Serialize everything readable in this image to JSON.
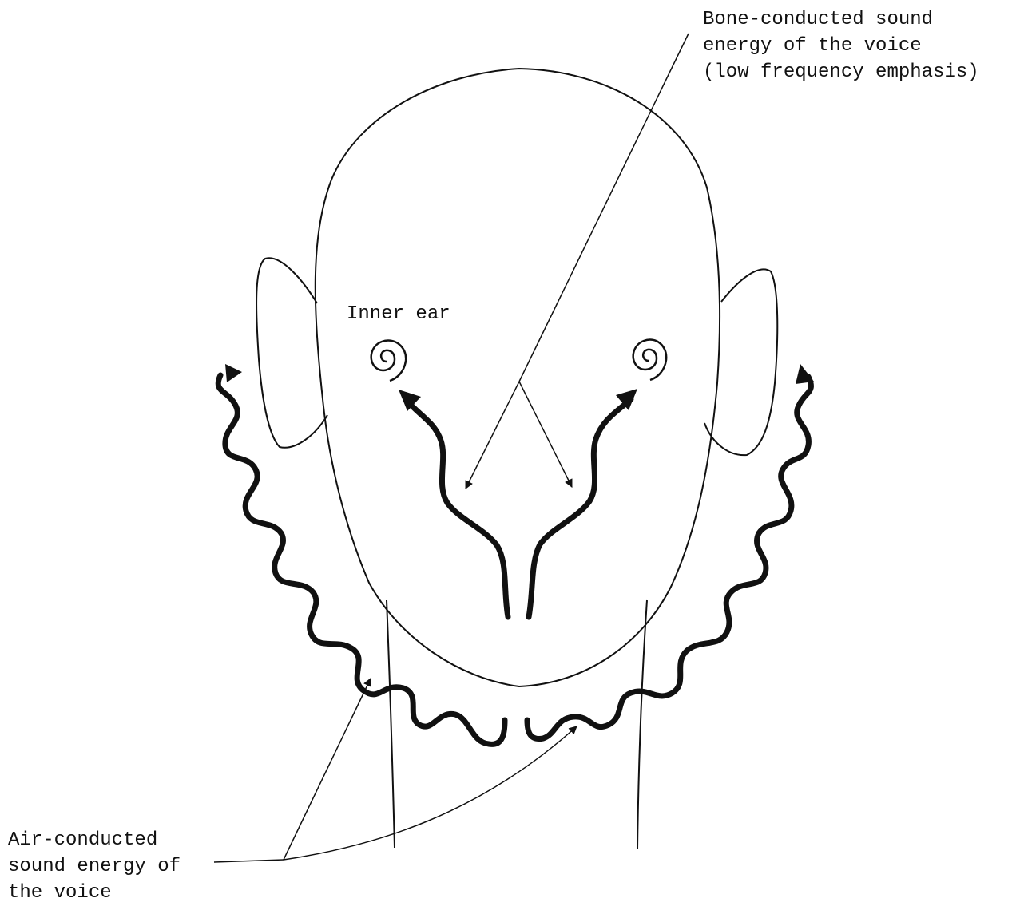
{
  "labels": {
    "bone_conducted": [
      "Bone-conducted sound",
      "energy of the voice",
      "(low frequency emphasis)"
    ],
    "air_conducted": [
      "Air-conducted",
      "sound energy of",
      "the voice"
    ],
    "inner_ear": "Inner ear"
  },
  "colors": {
    "ink": "#111111",
    "background": "#ffffff"
  }
}
